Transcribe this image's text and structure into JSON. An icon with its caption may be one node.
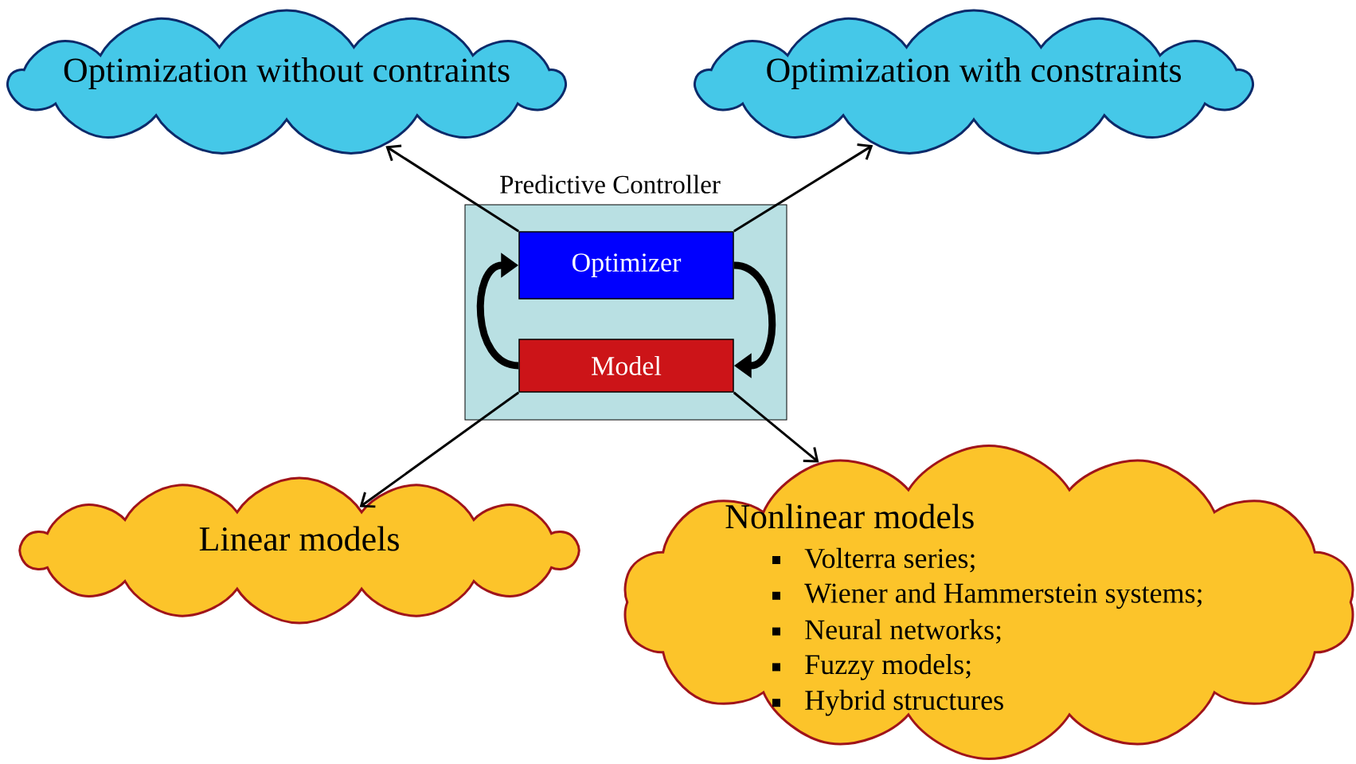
{
  "diagram": {
    "nodes": [
      {
        "text": [
          "Predictive Controller"
        ]
      },
      {
        "text": [
          "Optimizer"
        ],
        "in": 0
      },
      {
        "text": [
          "Model"
        ],
        "in": 0
      },
      {
        "text": [
          "Optimization without contraints"
        ]
      },
      {
        "text": [
          "Optimization with constraints"
        ]
      },
      {
        "text": [
          "Linear models"
        ]
      },
      {
        "text": [
          "Nonlinear models",
          "Volterra series;",
          "Wiener and Hammerstein systems;",
          "Neural networks;",
          "Fuzzy models;",
          "Hybrid structures"
        ]
      }
    ],
    "edges": [
      {
        "from": 1,
        "to": 3,
        "arrow": "to"
      },
      {
        "from": 1,
        "to": 4,
        "arrow": "to"
      },
      {
        "from": 2,
        "to": 5,
        "arrow": "to"
      },
      {
        "from": 2,
        "to": 6,
        "arrow": "to"
      },
      {
        "from": 2,
        "to": 1,
        "arrow": "to",
        "style": "thick"
      },
      {
        "from": 1,
        "to": 2,
        "arrow": "to",
        "style": "thick"
      }
    ]
  }
}
